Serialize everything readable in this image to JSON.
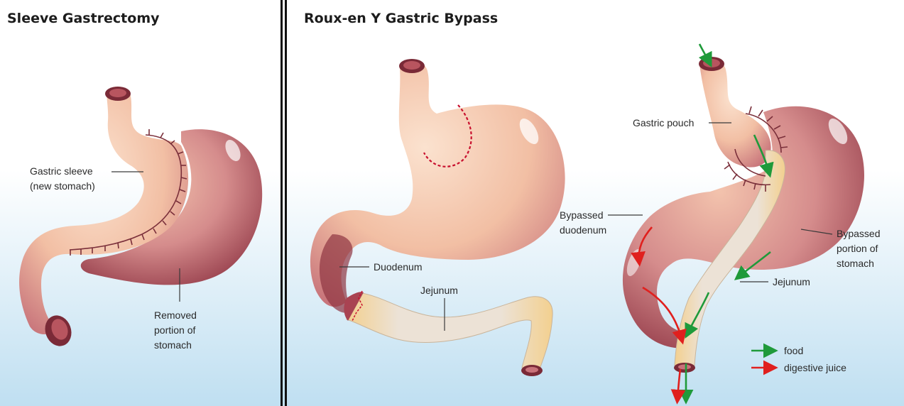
{
  "panels": {
    "sleeve": {
      "title": "Sleeve Gastrectomy",
      "gastric_sleeve_line1": "Gastric sleeve",
      "gastric_sleeve_line2": "(new stomach)",
      "removed_line1": "Removed",
      "removed_line2": "portion of",
      "removed_line3": "stomach"
    },
    "bypass": {
      "title": "Roux-en Y Gastric Bypass",
      "duodenum": "Duodenum",
      "jejunum": "Jejunum",
      "gastric_pouch": "Gastric pouch",
      "bypassed_duodenum_line1": "Bypassed",
      "bypassed_duodenum_line2": "duodenum",
      "bypassed_portion_line1": "Bypassed",
      "bypassed_portion_line2": "portion of",
      "bypassed_portion_line3": "stomach",
      "jejunum_right": "Jejunum"
    }
  },
  "legend": [
    {
      "label": "food",
      "color": "#1f9a3a"
    },
    {
      "label": "digestive juice",
      "color": "#e0201e"
    }
  ],
  "colors": {
    "background_top": "#ffffff",
    "background_bottom": "#c2e0f2",
    "stomach_light": "#f6cfb4",
    "stomach_dark": "#8e3442",
    "jejunum": "#e9d9c6",
    "food_arrow": "#1f9a3a",
    "juice_arrow": "#e0201e"
  }
}
